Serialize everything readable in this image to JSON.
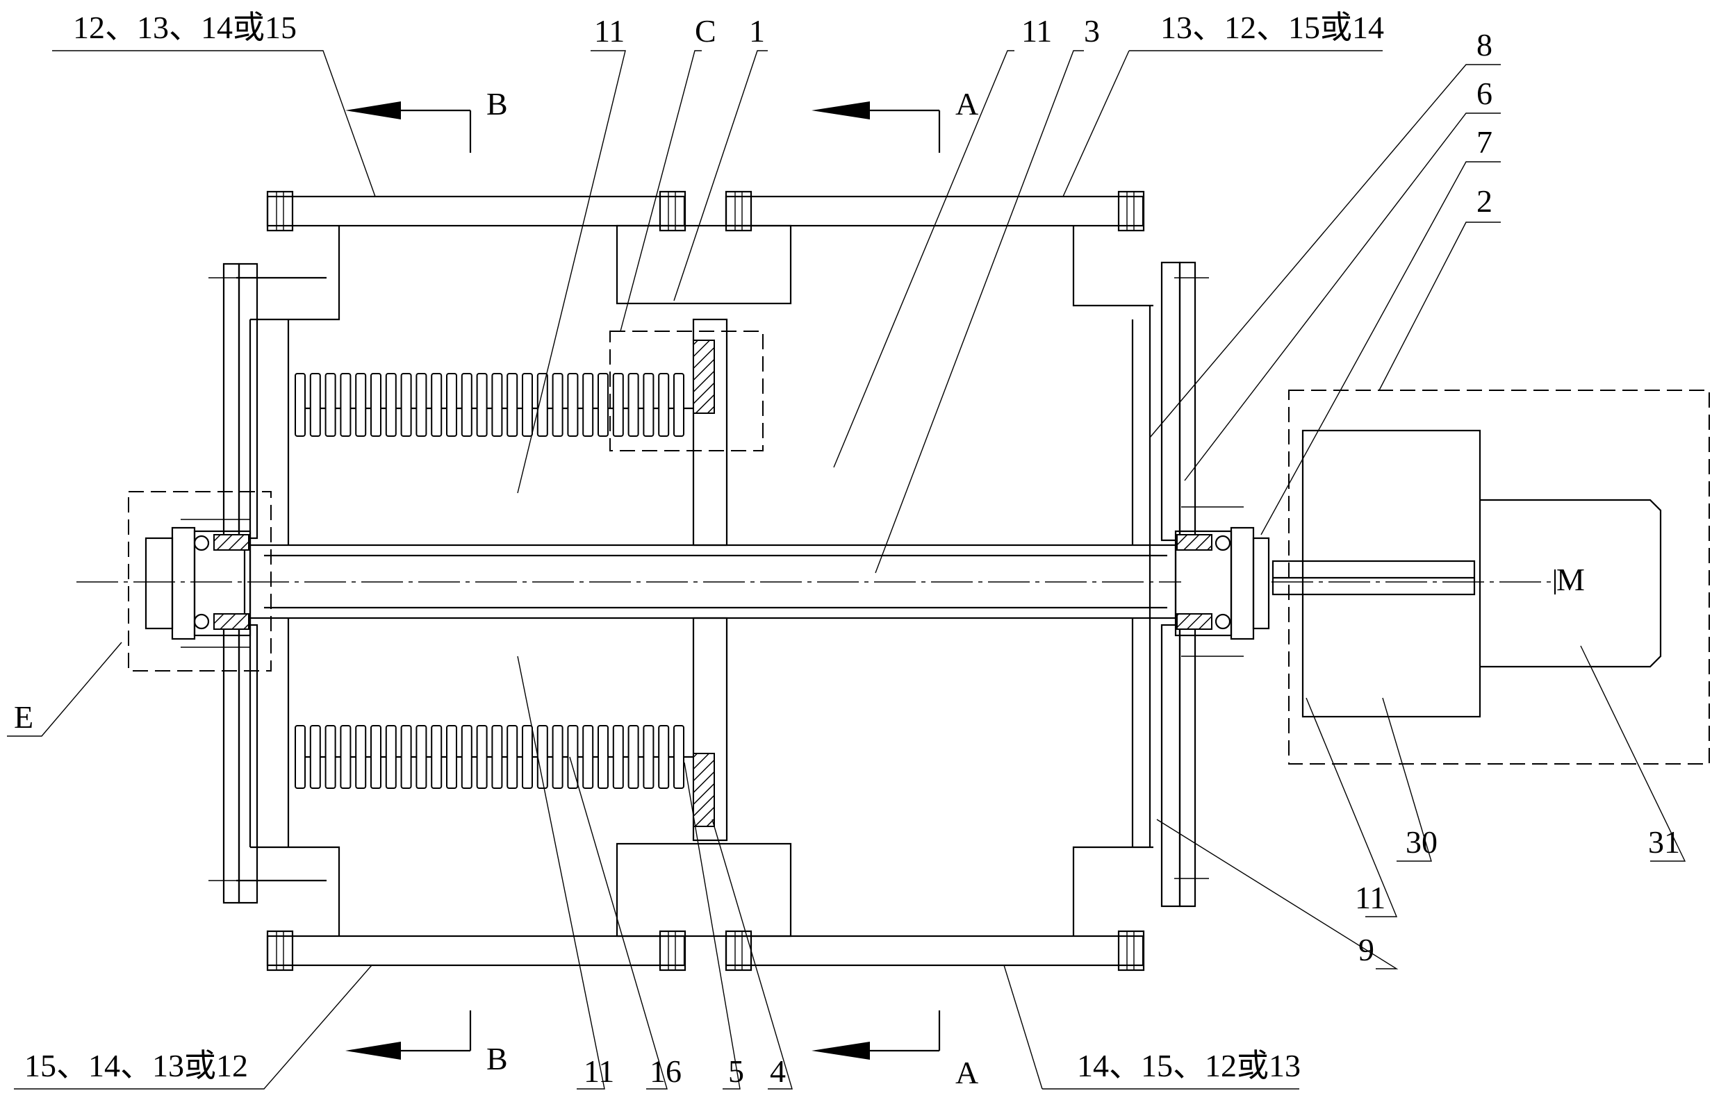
{
  "labels": {
    "top_left_label": "12、13、14或15",
    "top_mid_11": "11",
    "top_C": "C",
    "top_1": "1",
    "top_right_11": "11",
    "top_3": "3",
    "top_right_label": "13、12、15或14",
    "right_8": "8",
    "right_6": "6",
    "right_7": "7",
    "right_2": "2",
    "section_B": "B",
    "section_A": "A",
    "left_E": "E",
    "motor_M": "M",
    "label_30": "30",
    "label_31": "31",
    "label_11_right": "11",
    "label_9": "9",
    "bottom_left_label": "15、14、13或12",
    "bottom_11": "11",
    "bottom_16": "16",
    "bottom_5": "5",
    "bottom_4": "4",
    "bottom_right_label": "14、15、12或13"
  }
}
